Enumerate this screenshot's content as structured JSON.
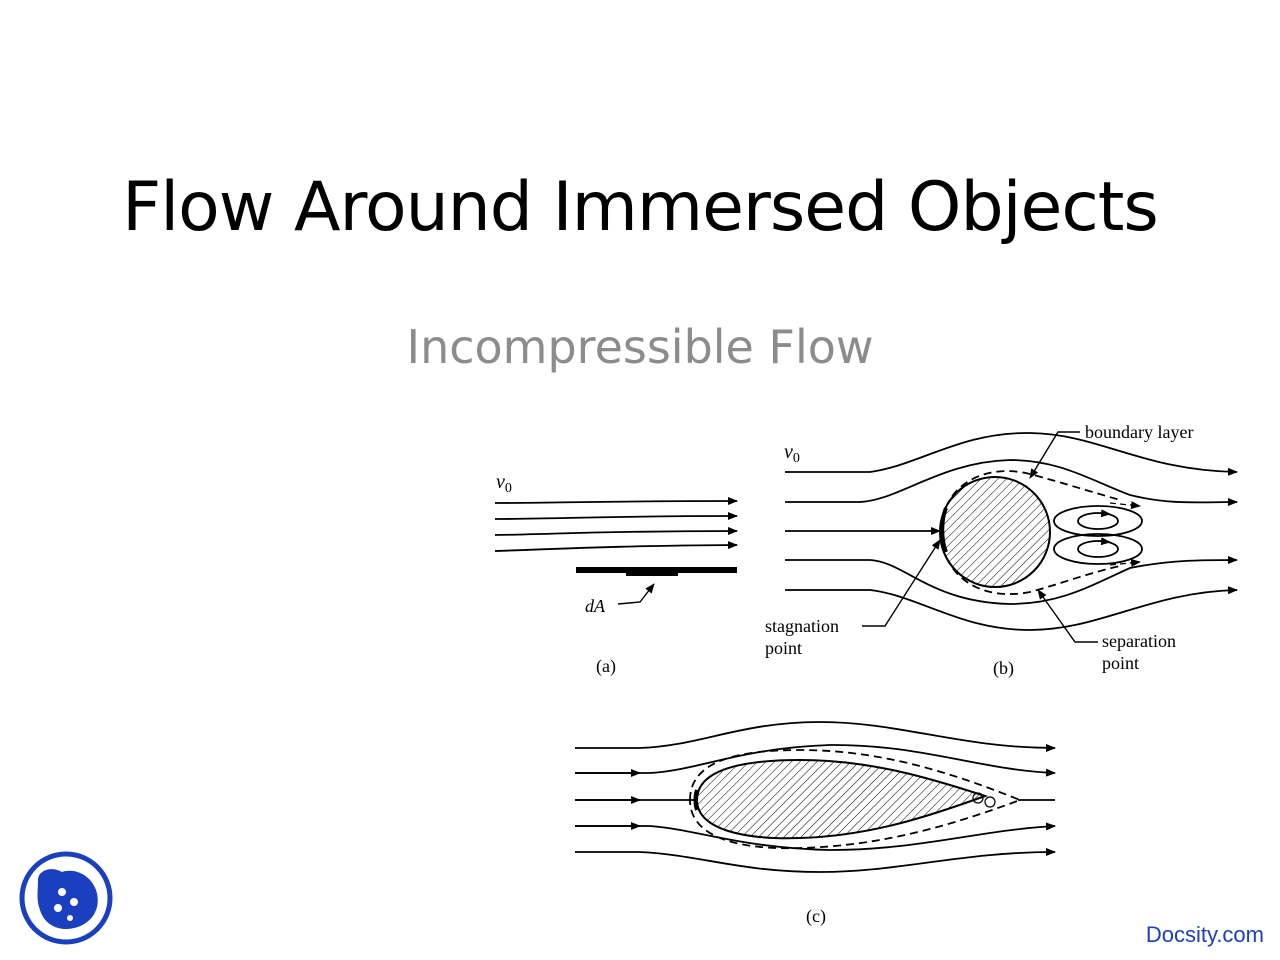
{
  "slide": {
    "title": "Flow Around Immersed Objects",
    "subtitle": "Incompressible Flow"
  },
  "figure": {
    "panel_a": {
      "velocity_label": "v",
      "velocity_subscript": "0",
      "area_label": "dA",
      "caption": "(a)"
    },
    "panel_b": {
      "velocity_label": "v",
      "velocity_subscript": "0",
      "boundary_layer_label": "boundary layer",
      "stagnation_label_line1": "stagnation",
      "stagnation_label_line2": "point",
      "separation_label_line1": "separation",
      "separation_label_line2": "point",
      "caption": "(b)"
    },
    "panel_c": {
      "caption": "(c)"
    }
  },
  "watermark": {
    "text": "Docsity.com"
  },
  "colors": {
    "logo_blue": "#1a3fbf",
    "subtitle_gray": "#8c8c8c"
  }
}
